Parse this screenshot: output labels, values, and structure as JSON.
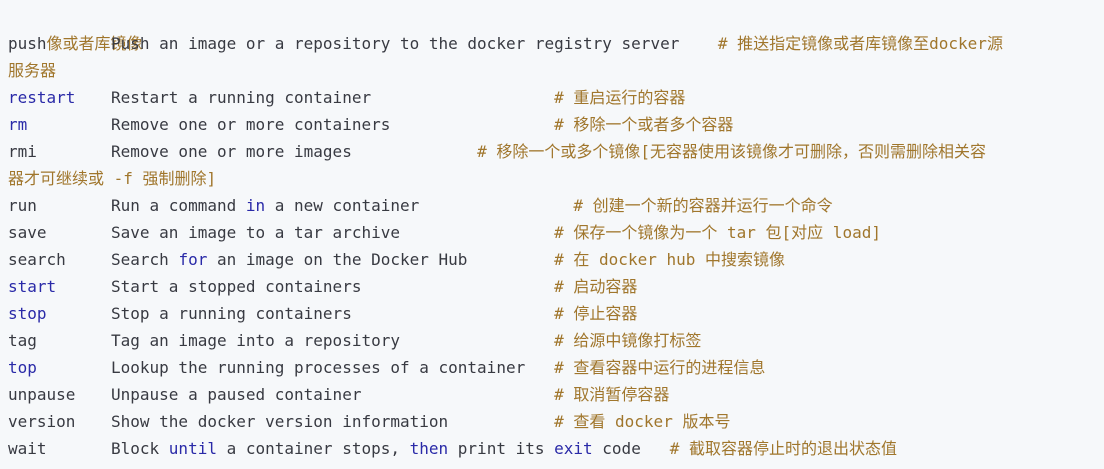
{
  "heading": "像或者库镜像",
  "rows": [
    {
      "cmd": "push",
      "desc": "Push an image or a repository to the docker registry server",
      "gap": "    ",
      "comment": "# 推送指定镜像或者库镜像至docker源",
      "continuation": "服务器"
    },
    {
      "cmd": "restart",
      "cmd_kw": true,
      "desc": "Restart a running container",
      "gap": "                   ",
      "comment": "# 重启运行的容器"
    },
    {
      "cmd": "rm",
      "cmd_kw": true,
      "desc": "Remove one or more containers",
      "gap": "                 ",
      "comment": "# 移除一个或者多个容器"
    },
    {
      "cmd": "rmi",
      "desc": "Remove one or more images",
      "gap": "             ",
      "comment": "# 移除一个或多个镜像[无容器使用该镜像才可删除，否则需删除相关容",
      "continuation": "器才可继续或 -f 强制删除]"
    },
    {
      "cmd": "run",
      "desc_parts": [
        "Run a command ",
        "in",
        " a new container"
      ],
      "gap": "                ",
      "comment": "# 创建一个新的容器并运行一个命令"
    },
    {
      "cmd": "save",
      "desc": "Save an image to a tar archive",
      "gap": "                ",
      "comment": "# 保存一个镜像为一个 tar 包[对应 load]"
    },
    {
      "cmd": "search",
      "desc_parts": [
        "Search ",
        "for",
        " an image on the Docker Hub"
      ],
      "gap": "         ",
      "comment": "# 在 docker hub 中搜索镜像"
    },
    {
      "cmd": "start",
      "cmd_kw": true,
      "desc": "Start a stopped containers",
      "gap": "                    ",
      "comment": "# 启动容器"
    },
    {
      "cmd": "stop",
      "cmd_kw": true,
      "desc": "Stop a running containers",
      "gap": "                     ",
      "comment": "# 停止容器"
    },
    {
      "cmd": "tag",
      "desc": "Tag an image into a repository",
      "gap": "                ",
      "comment": "# 给源中镜像打标签"
    },
    {
      "cmd": "top",
      "cmd_kw": true,
      "desc": "Lookup the running processes of a container",
      "gap": "   ",
      "comment": "# 查看容器中运行的进程信息"
    },
    {
      "cmd": "unpause",
      "desc": "Unpause a paused container",
      "gap": "                    ",
      "comment": "# 取消暂停容器"
    },
    {
      "cmd": "version",
      "desc": "Show the docker version information",
      "gap": "           ",
      "comment": "# 查看 docker 版本号"
    },
    {
      "cmd": "wait",
      "desc_parts": [
        "Block ",
        "until",
        " a container stops, ",
        "then",
        " print its ",
        "exit",
        " code"
      ],
      "gap": "   ",
      "comment": "# 截取容器停止时的退出状态值"
    }
  ],
  "colors": {
    "background": "#f6f8fa",
    "text": "#383a42",
    "keyword": "#2a2aa8",
    "comment": "#a0762c"
  }
}
